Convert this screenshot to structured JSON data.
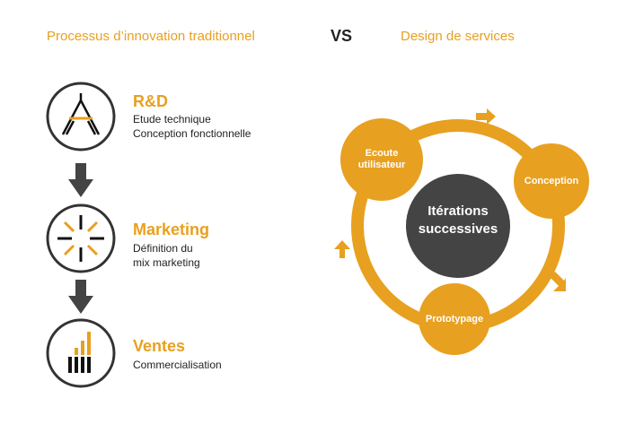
{
  "header": {
    "left_title": "Processus d’innovation traditionnel",
    "vs": "VS",
    "right_title": "Design de services"
  },
  "steps": [
    {
      "title": "R&D",
      "lines": [
        "Etude technique",
        "Conception fonctionnelle"
      ],
      "icon": "compass-icon"
    },
    {
      "title": "Marketing",
      "lines": [
        "Définition du",
        "mix marketing"
      ],
      "icon": "sunburst-icon"
    },
    {
      "title": "Ventes",
      "lines": [
        "Commercialisation"
      ],
      "icon": "bar-chart-icon"
    }
  ],
  "cycle": {
    "center_lines": [
      "Itérations",
      "successives"
    ],
    "nodes": [
      {
        "lines": [
          "Ecoute",
          "utilisateur"
        ]
      },
      {
        "lines": [
          "Conception"
        ]
      },
      {
        "lines": [
          "Prototypage"
        ]
      }
    ]
  },
  "colors": {
    "accent": "#e8a020",
    "dark": "#444444",
    "text": "#222222"
  }
}
